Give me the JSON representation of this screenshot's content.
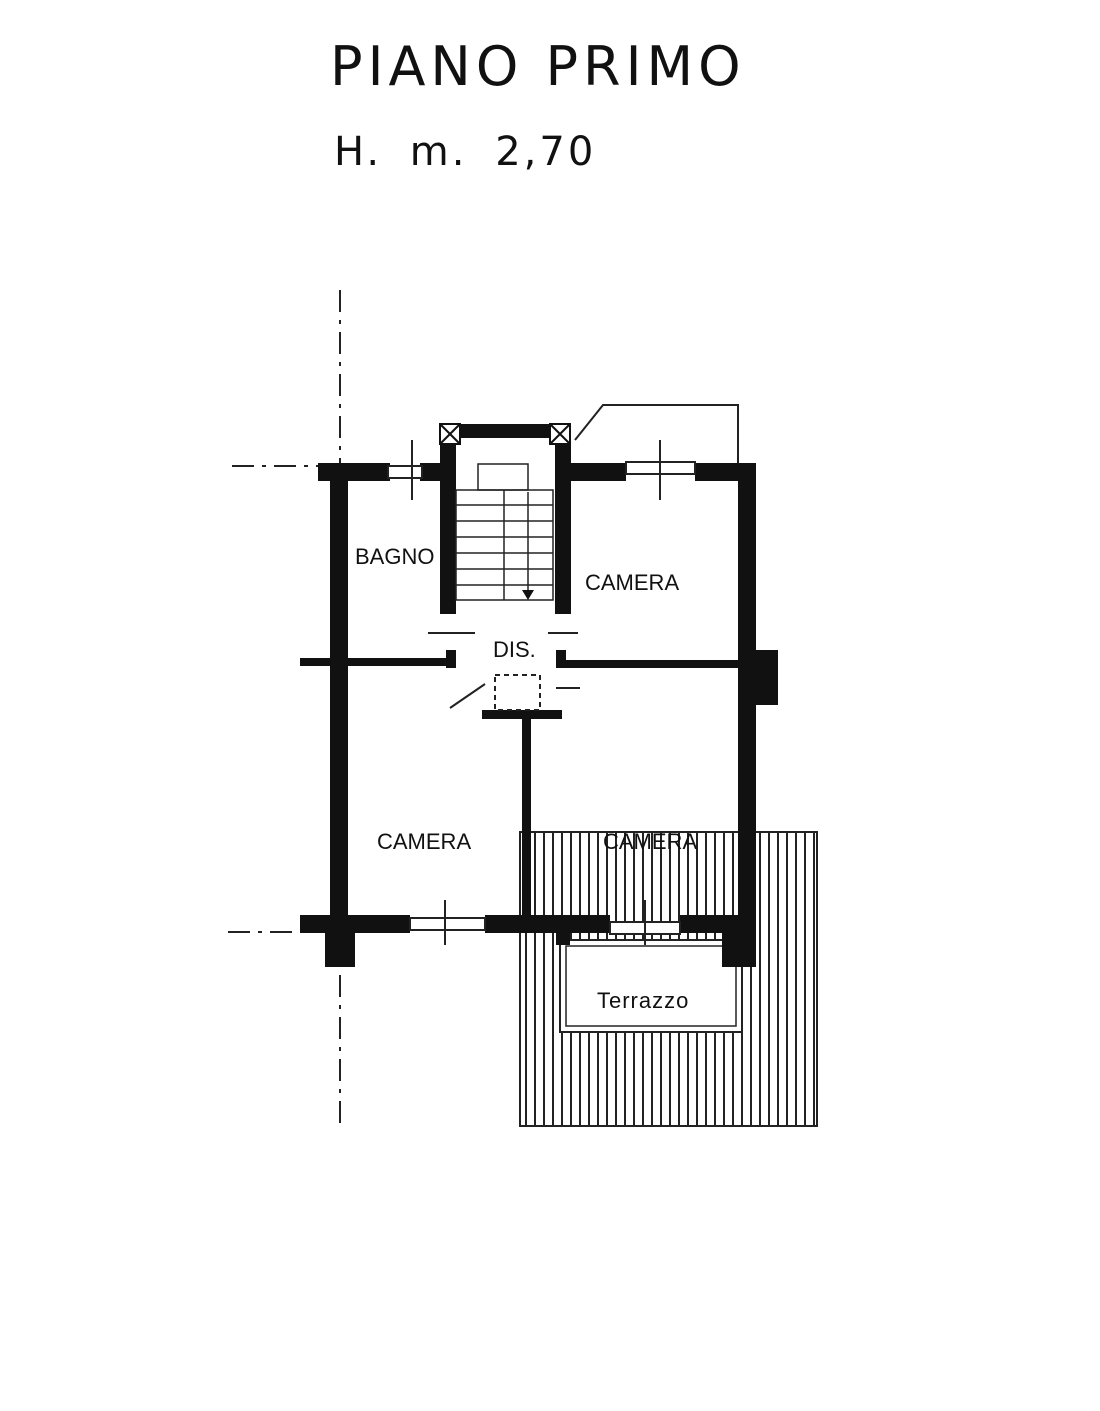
{
  "plan": {
    "title": "PIANO PRIMO",
    "height_note": "H. m. 2,70",
    "rooms": {
      "bagno": "BAGNO",
      "camera_top_right": "CAMERA",
      "disimpegno": "DIS.",
      "camera_bottom_left": "CAMERA",
      "camera_bottom_right": "CAMERA",
      "terrazzo": "Terrazzo"
    }
  }
}
